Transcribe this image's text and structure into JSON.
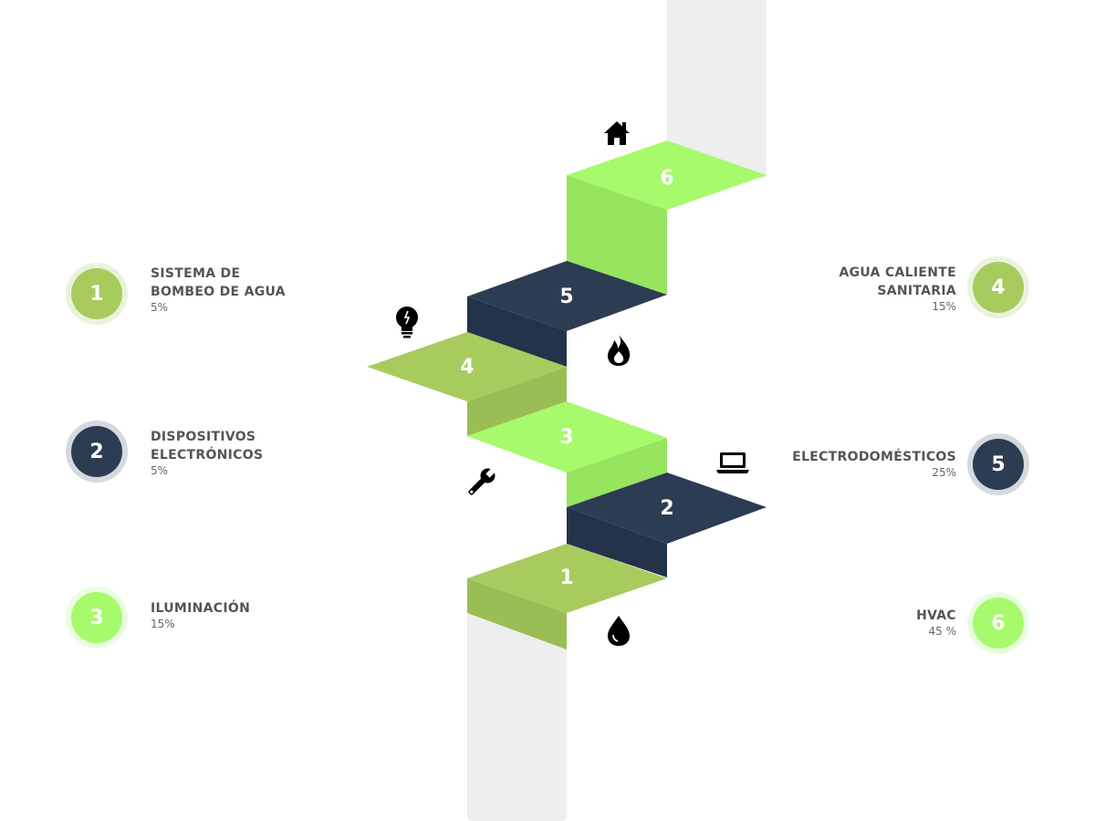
{
  "colors": {
    "olive": "#a8cb5e",
    "lime": "#a6fa6b",
    "navy": "#2c3c52",
    "lime_dark": "#97e45f",
    "olive_dark": "#9bbd55",
    "navy_dark": "#24324a",
    "pillar": "#eeeeee"
  },
  "steps": [
    {
      "number": "1",
      "color": "olive"
    },
    {
      "number": "2",
      "color": "navy"
    },
    {
      "number": "3",
      "color": "lime"
    },
    {
      "number": "4",
      "color": "olive"
    },
    {
      "number": "5",
      "color": "navy"
    },
    {
      "number": "6",
      "color": "lime"
    }
  ],
  "icons": [
    "water-drop-icon",
    "wrench-icon",
    "laptop-icon",
    "lightbulb-icon",
    "fire-icon",
    "house-icon"
  ],
  "legend": [
    {
      "number": "1",
      "title": "SISTEMA DE\nBOMBEO DE AGUA",
      "percent": "5%",
      "side": "left",
      "ring": "#e9f3dc",
      "fill": "#a8cb5e"
    },
    {
      "number": "2",
      "title": "DISPOSITIVOS\nELECTRÓNICOS",
      "percent": "5%",
      "side": "left",
      "ring": "#d5d9de",
      "fill": "#2c3c52"
    },
    {
      "number": "3",
      "title": "ILUMINACIÓN",
      "percent": "15%",
      "side": "left",
      "ring": "#eafde0",
      "fill": "#a6fa6b"
    },
    {
      "number": "4",
      "title": "AGUA CALIENTE\nSANITARIA",
      "percent": "15%",
      "side": "right",
      "ring": "#e9f3dc",
      "fill": "#a8cb5e"
    },
    {
      "number": "5",
      "title": "ELECTRODOMÉSTICOS",
      "percent": "25%",
      "side": "right",
      "ring": "#d5d9de",
      "fill": "#2c3c52"
    },
    {
      "number": "6",
      "title": "HVAC",
      "percent": "45 %",
      "side": "right",
      "ring": "#eafde0",
      "fill": "#a6fa6b"
    }
  ]
}
